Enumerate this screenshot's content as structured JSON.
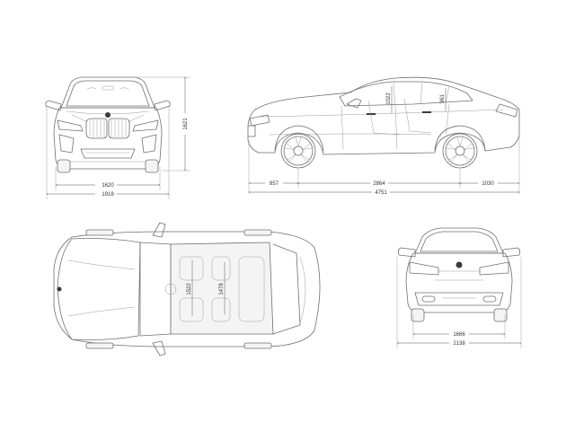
{
  "dimensions": {
    "front_track": "1620",
    "overall_width": "1918",
    "height": "1621",
    "front_overhang": "857",
    "wheelbase": "2864",
    "rear_overhang": "1030",
    "length": "4751",
    "interior_height_front": "1022",
    "interior_height_rear": "961",
    "interior_width_front": "1522",
    "interior_width_rear": "1478",
    "rear_track": "1666",
    "width_with_mirrors": "2138"
  },
  "colors": {
    "line": "#6f6f6f",
    "dimension": "#555555",
    "text": "#333333"
  }
}
